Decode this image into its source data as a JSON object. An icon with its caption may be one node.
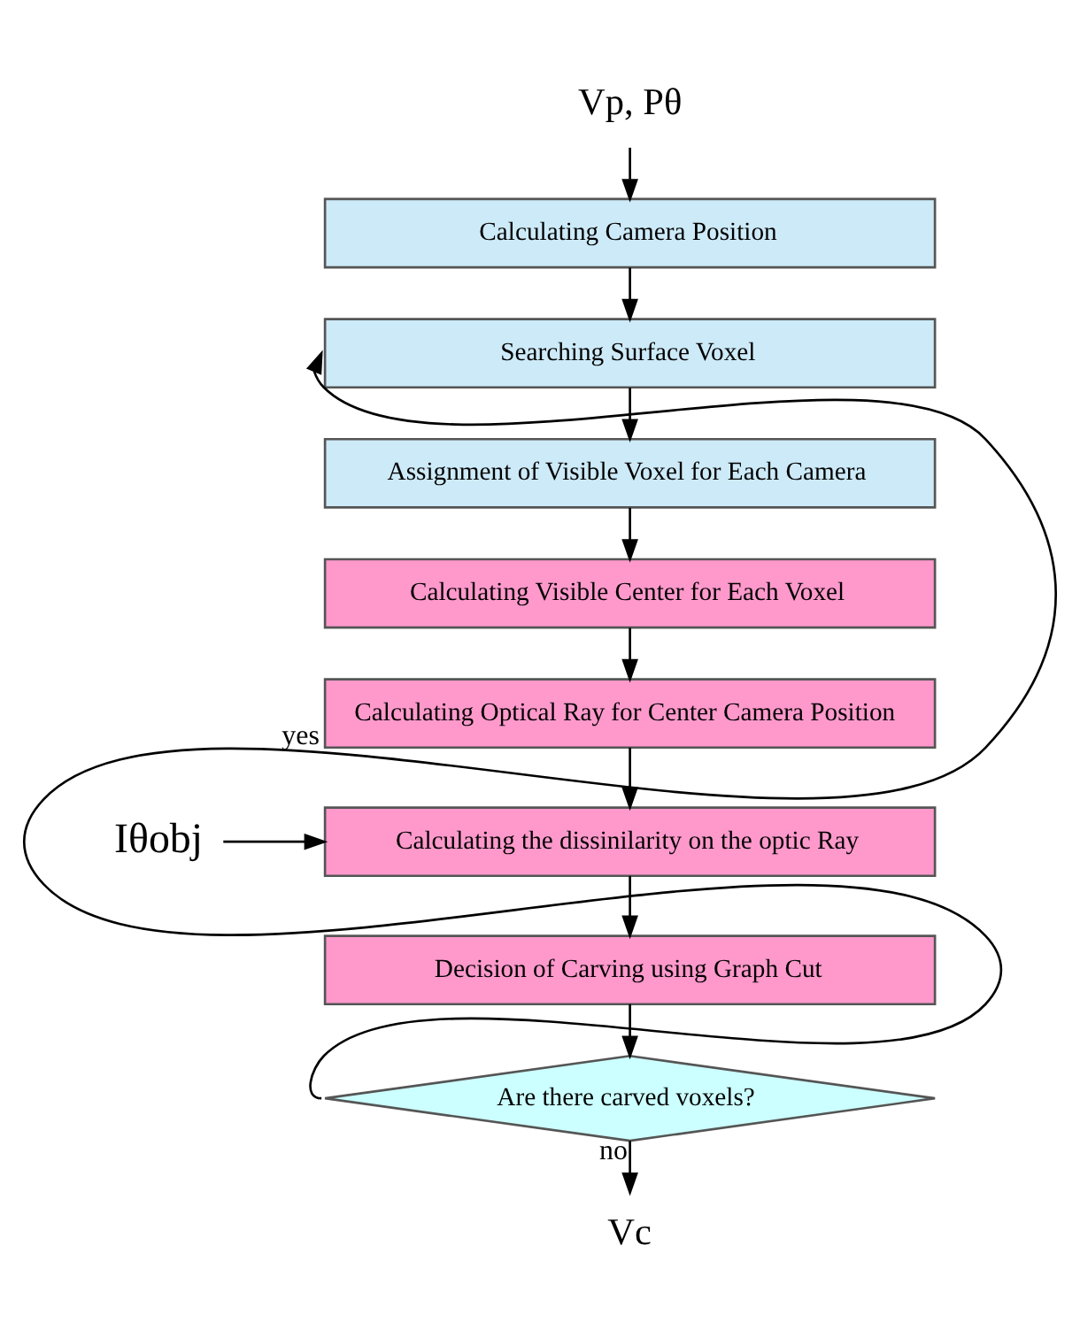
{
  "diagram": {
    "nodes": [
      {
        "text": [
          "Vp, Pθ"
        ]
      },
      {
        "text": [
          "Calculating Camera Position"
        ]
      },
      {
        "text": [
          "Searching Surface Voxel"
        ]
      },
      {
        "text": [
          "Assignment of Visible Voxel for Each Camera"
        ]
      },
      {
        "text": [
          "Calculating Visible Center for Each Voxel"
        ]
      },
      {
        "text": [
          "Calculating Optical Ray for Center Camera Position"
        ]
      },
      {
        "text": [
          "Iθobj"
        ]
      },
      {
        "text": [
          "Calculating the dissinilarity on the optic Ray"
        ]
      },
      {
        "text": [
          "Decision of Carving using Graph Cut"
        ]
      },
      {
        "text": [
          "Are there carved voxels?"
        ]
      },
      {
        "text": [
          "Vc"
        ]
      }
    ],
    "edges": [
      {
        "from": 0,
        "to": 1,
        "arrow": "to"
      },
      {
        "from": 1,
        "to": 2,
        "arrow": "to"
      },
      {
        "from": 2,
        "to": 3,
        "arrow": "to"
      },
      {
        "from": 3,
        "to": 4,
        "arrow": "to"
      },
      {
        "from": 4,
        "to": 5,
        "arrow": "to"
      },
      {
        "from": 5,
        "to": 7,
        "arrow": "to"
      },
      {
        "from": 6,
        "to": 7,
        "arrow": "to"
      },
      {
        "from": 7,
        "to": 8,
        "arrow": "to"
      },
      {
        "from": 8,
        "to": 9,
        "arrow": "to"
      },
      {
        "from": 9,
        "to": 2,
        "arrow": "to",
        "label": "yes"
      },
      {
        "from": 9,
        "to": 10,
        "arrow": "to",
        "label": "no"
      }
    ]
  }
}
